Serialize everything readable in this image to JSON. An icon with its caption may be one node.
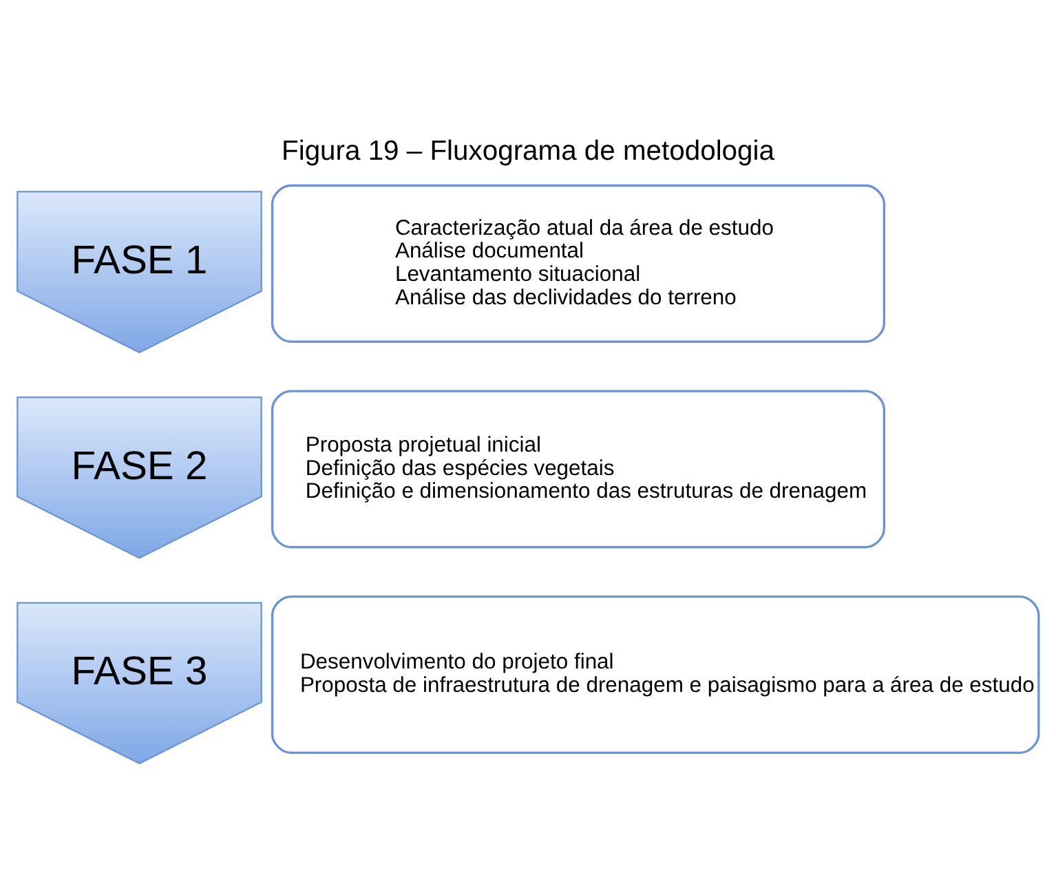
{
  "diagram": {
    "title": "Figura 19 – Fluxograma de metodologia",
    "nodes": [
      {
        "text": [
          "FASE 1"
        ]
      },
      {
        "text": [
          "Caracterização atual da área de estudo",
          "Análise documental",
          "Levantamento situacional",
          "Análise das declividades do terreno"
        ]
      },
      {
        "text": [
          "FASE 2"
        ]
      },
      {
        "text": [
          "Proposta projetual inicial",
          "Definição das espécies vegetais",
          "Definição e dimensionamento das estruturas de drenagem"
        ]
      },
      {
        "text": [
          "FASE 3"
        ]
      },
      {
        "text": [
          "Desenvolvimento do projeto final",
          "Proposta de infraestrutura de drenagem e paisagismo para a área de estudo"
        ]
      }
    ],
    "edges": []
  }
}
